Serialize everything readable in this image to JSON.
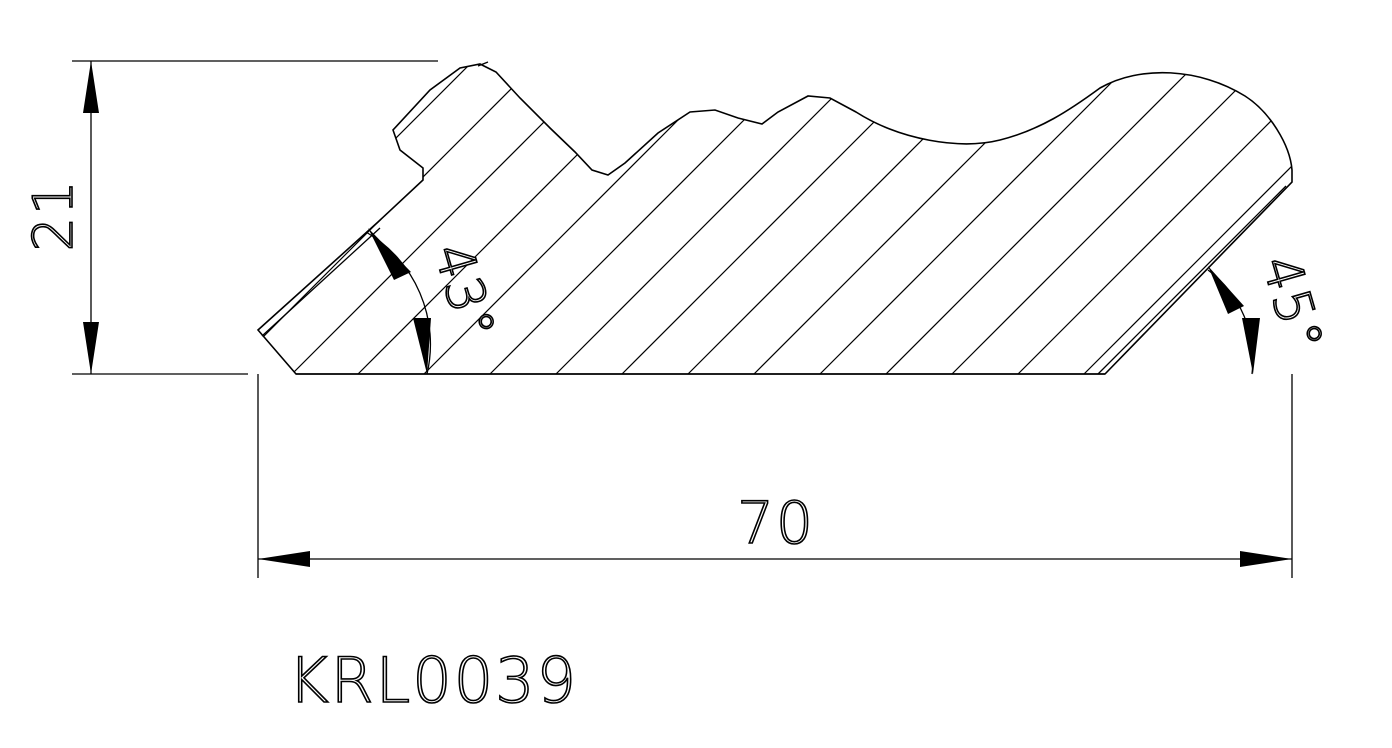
{
  "drawing": {
    "part_code": "KRL0039",
    "dimension_height": "21",
    "dimension_width": "70",
    "angle_left": "43°",
    "angle_right": "45°",
    "line_color": "#000000",
    "background_color": "#ffffff"
  }
}
